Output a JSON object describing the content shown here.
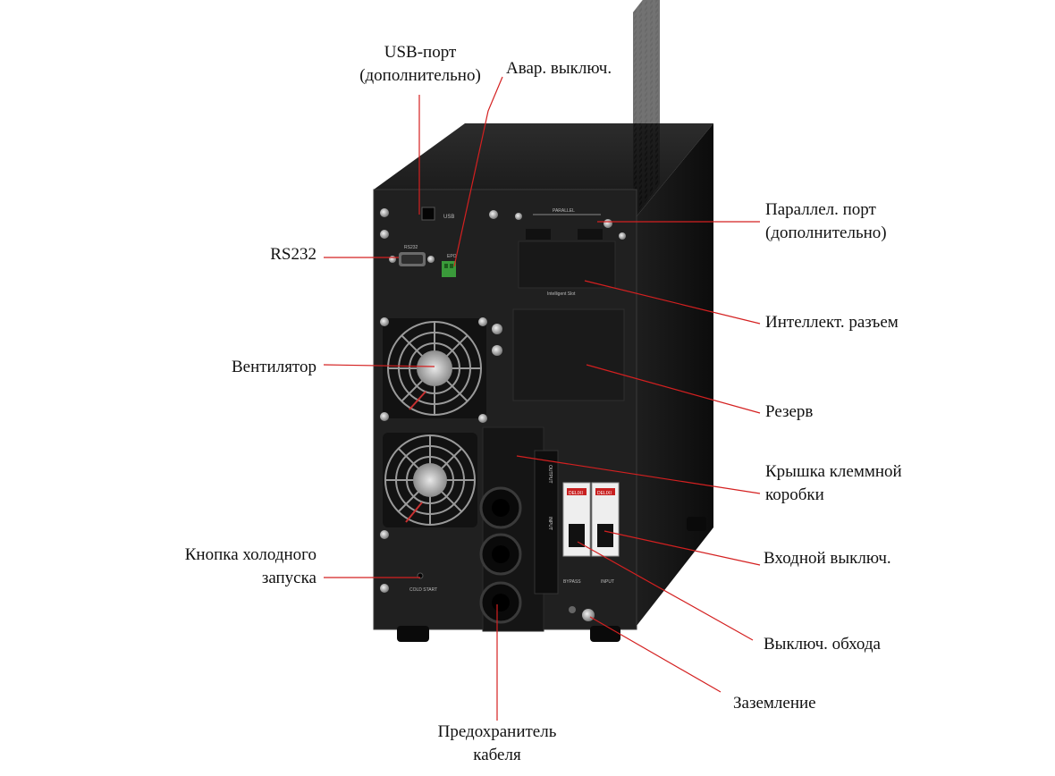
{
  "labels": {
    "usb": [
      "USB-порт",
      "(дополнительно)"
    ],
    "epo": [
      "Авар. выключ."
    ],
    "parallel": [
      "Параллел. порт",
      "(дополнительно)"
    ],
    "rs232": [
      "RS232"
    ],
    "intelligent": [
      "Интеллект. разъем"
    ],
    "fan": [
      "Вентилятор"
    ],
    "reserve": [
      "Резерв"
    ],
    "terminal_cover": [
      "Крышка клеммной",
      "коробки"
    ],
    "input_switch": [
      "Входной выключ."
    ],
    "cold_start": [
      "Кнопка холодного",
      "запуска"
    ],
    "bypass_switch": [
      "Выключ. обхода"
    ],
    "ground": [
      "Заземление"
    ],
    "cable_fuse": [
      "Предохранитель",
      "кабеля"
    ]
  },
  "device_marks": {
    "usb": "USB",
    "rs232": "RS232",
    "epo": "EPO",
    "parallel": "PARALLEL",
    "intelligent_slot": "Intelligent Slot",
    "cold_start": "COLD START",
    "bypass": "BYPASS",
    "input": "INPUT",
    "breaker_brand": "DELIXI"
  },
  "colors": {
    "leader_line": "#d42020",
    "chassis": "#1a1a1a",
    "panel": "#222222"
  }
}
